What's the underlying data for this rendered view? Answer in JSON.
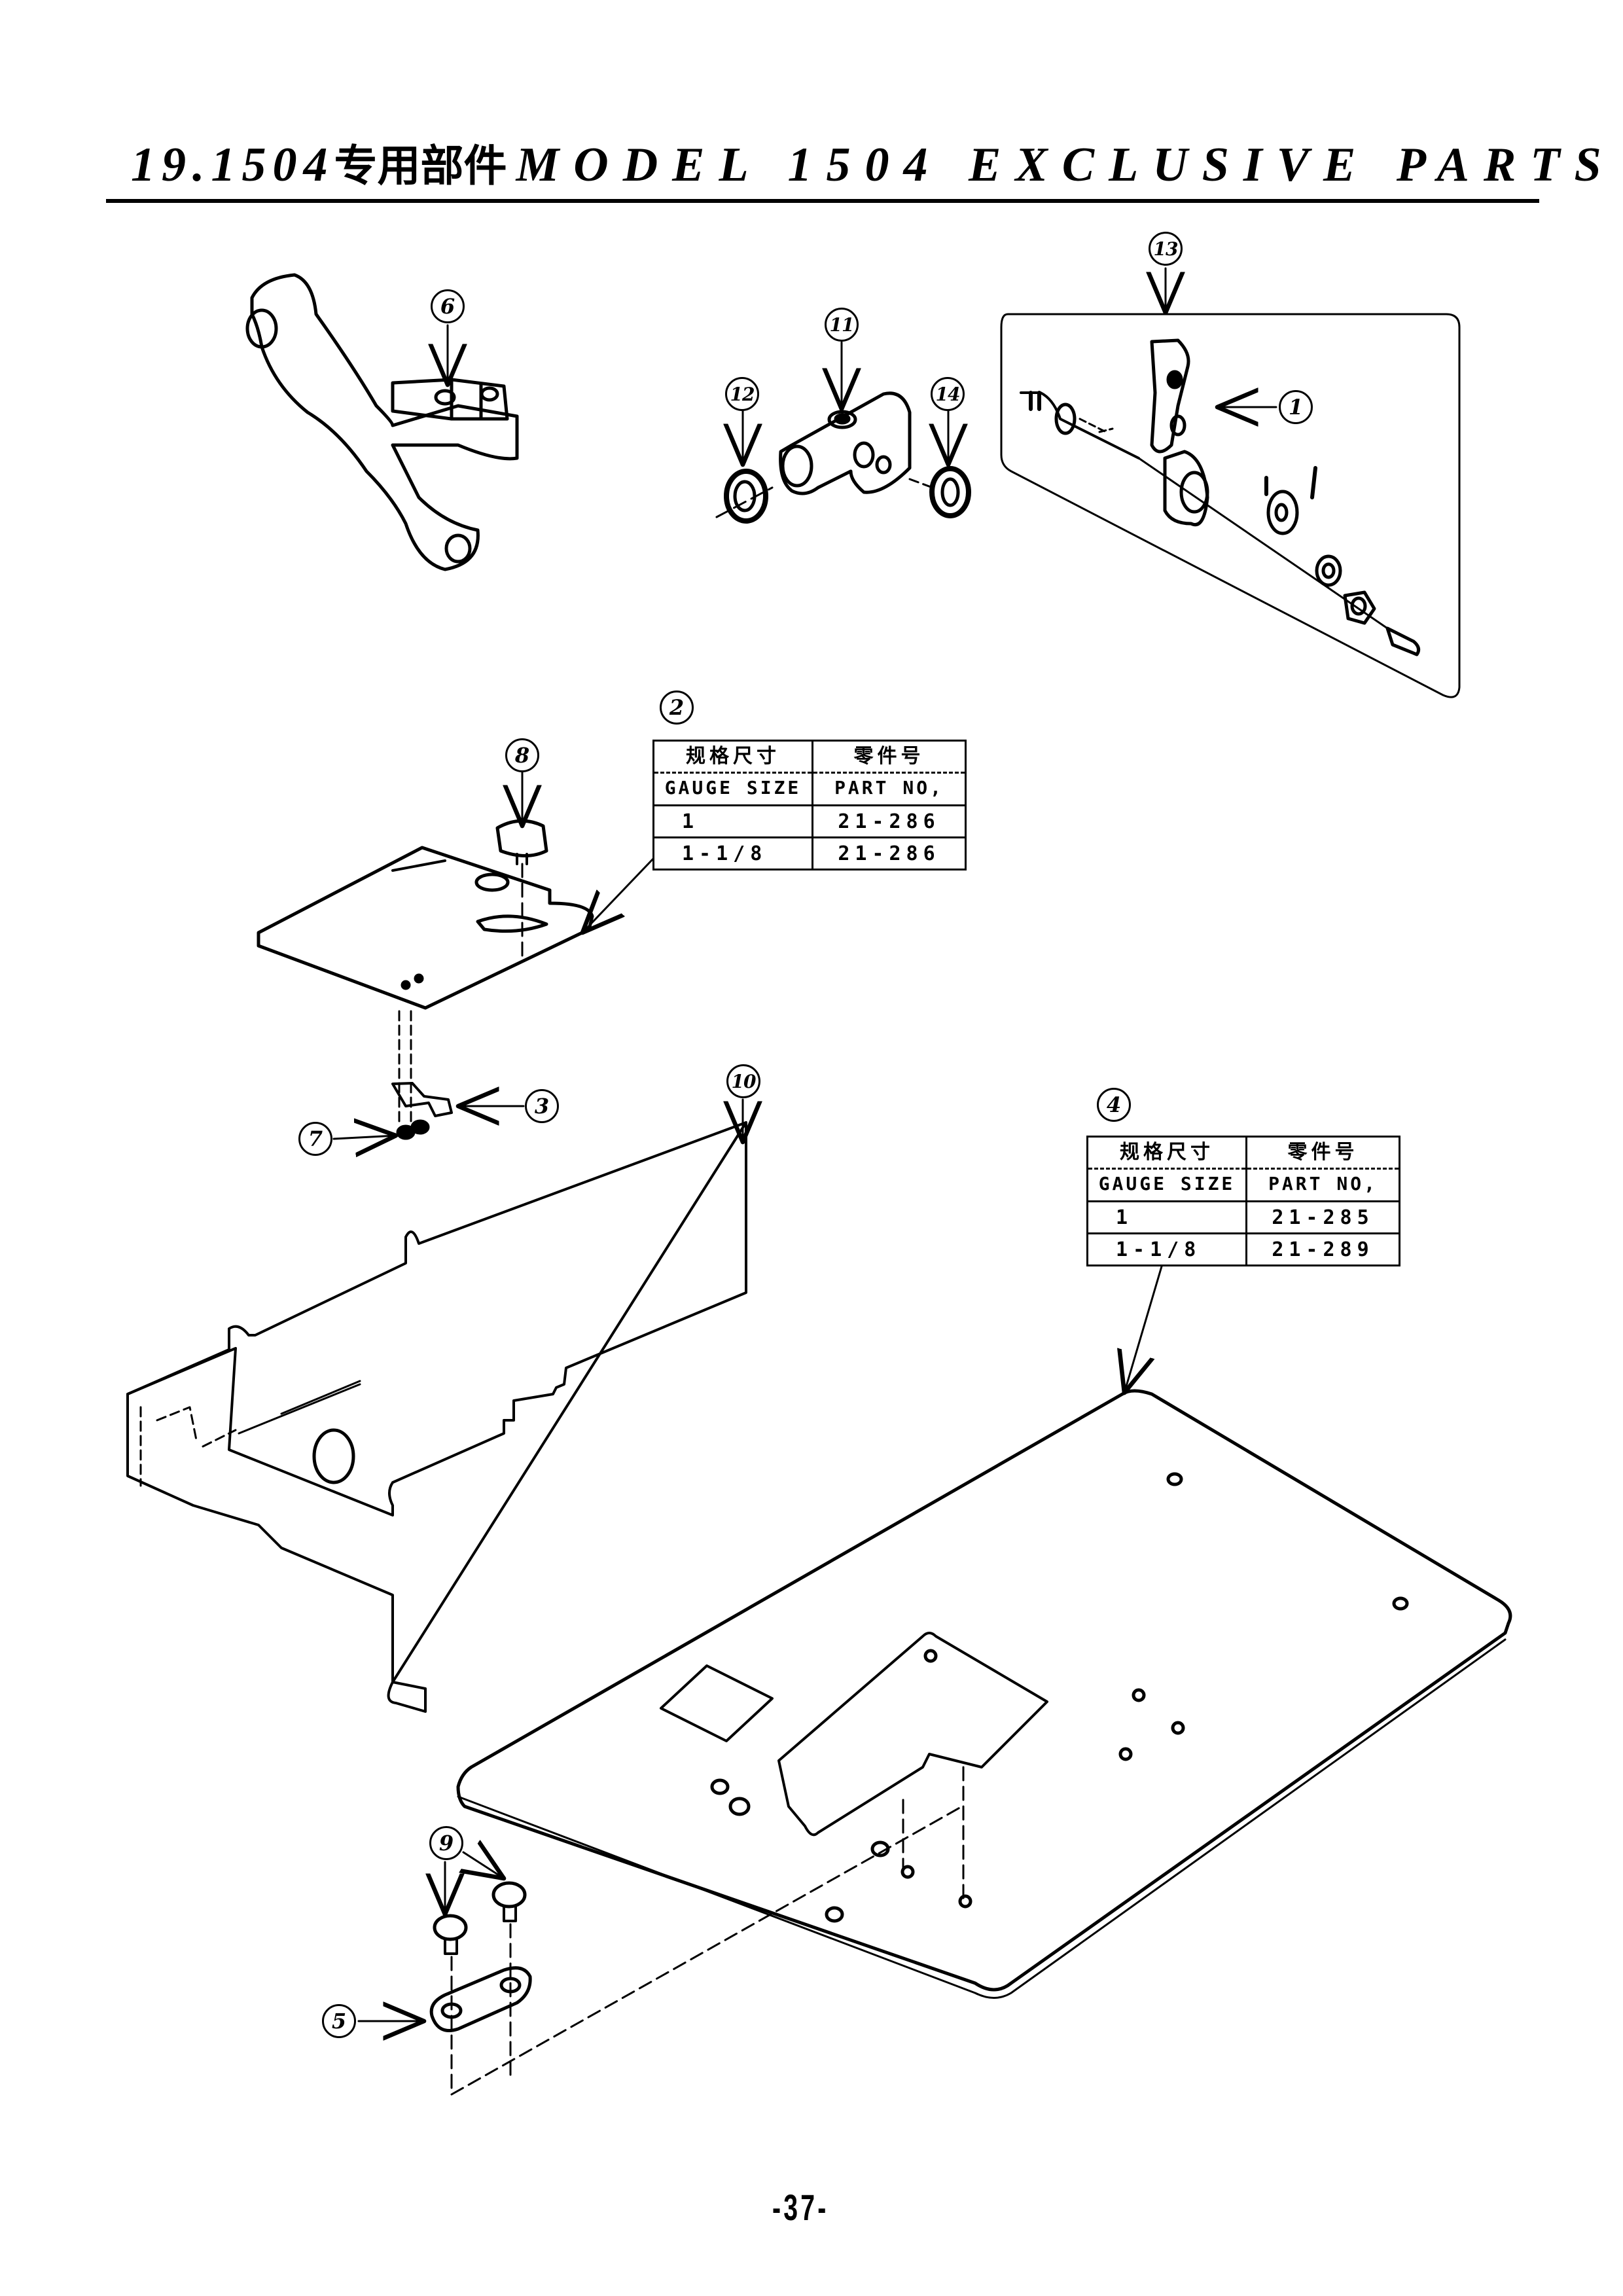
{
  "header": {
    "section_number": "19.1504",
    "title_cn": "专用部件",
    "title_en": "MODEL 1504 EXCLUSIVE PARTS"
  },
  "callouts": {
    "c1": "1",
    "c2": "2",
    "c3": "3",
    "c4": "4",
    "c5": "5",
    "c6": "6",
    "c7": "7",
    "c8": "8",
    "c9": "9",
    "c10": "10",
    "c11": "11",
    "c12": "12",
    "c13": "13",
    "c14": "14"
  },
  "part2_table": {
    "header_size_cn": "规格尺寸",
    "header_size_en": "GAUGE SIZE",
    "header_part_cn": "零件号",
    "header_part_en": "PART NO,",
    "rows": [
      {
        "gauge": "1",
        "part_no": "21-286"
      },
      {
        "gauge": "1-1/8",
        "part_no": "21-286"
      }
    ]
  },
  "part4_table": {
    "header_size_cn": "规格尺寸",
    "header_size_en": "GAUGE SIZE",
    "header_part_cn": "零件号",
    "header_part_en": "PART NO,",
    "rows": [
      {
        "gauge": "1",
        "part_no": "21-285"
      },
      {
        "gauge": "1-1/8",
        "part_no": "21-289"
      }
    ]
  },
  "footer": {
    "page_number": "-37-"
  }
}
